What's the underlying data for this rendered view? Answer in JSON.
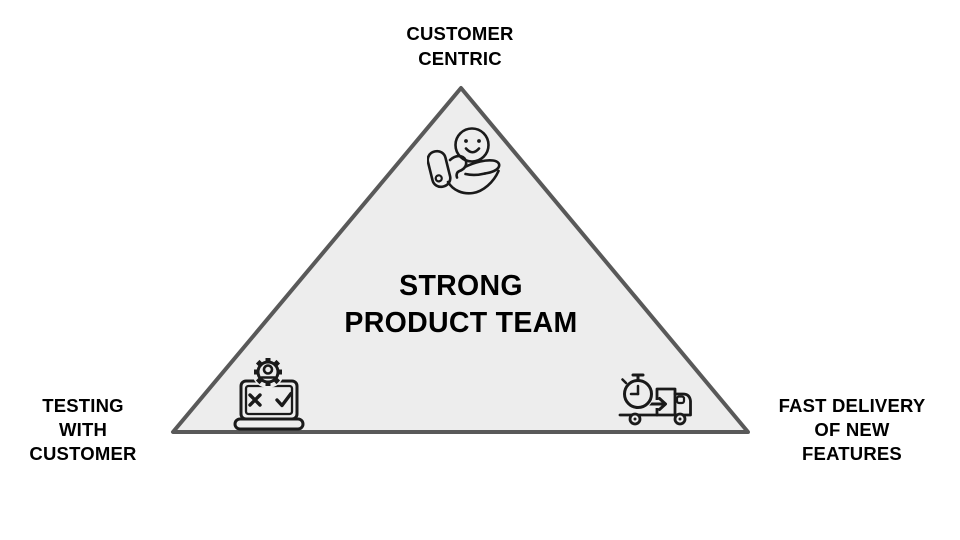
{
  "slide": {
    "background_color": "#ffffff",
    "triangle": {
      "fill_color": "#ededed",
      "stroke_color": "#595959",
      "center_title_lines": [
        "STRONG",
        "PRODUCT TEAM"
      ]
    },
    "corners": {
      "top": {
        "label_lines": [
          "CUSTOMER",
          "CENTRIC"
        ],
        "icon": "hand-holding-smiley-icon"
      },
      "bottom_left": {
        "label_lines": [
          "TESTING",
          "WITH",
          "CUSTOMER"
        ],
        "icon": "laptop-test-check-icon"
      },
      "bottom_right": {
        "label_lines": [
          "FAST DELIVERY",
          "OF NEW",
          "FEATURES"
        ],
        "icon": "stopwatch-delivery-truck-icon"
      }
    }
  }
}
